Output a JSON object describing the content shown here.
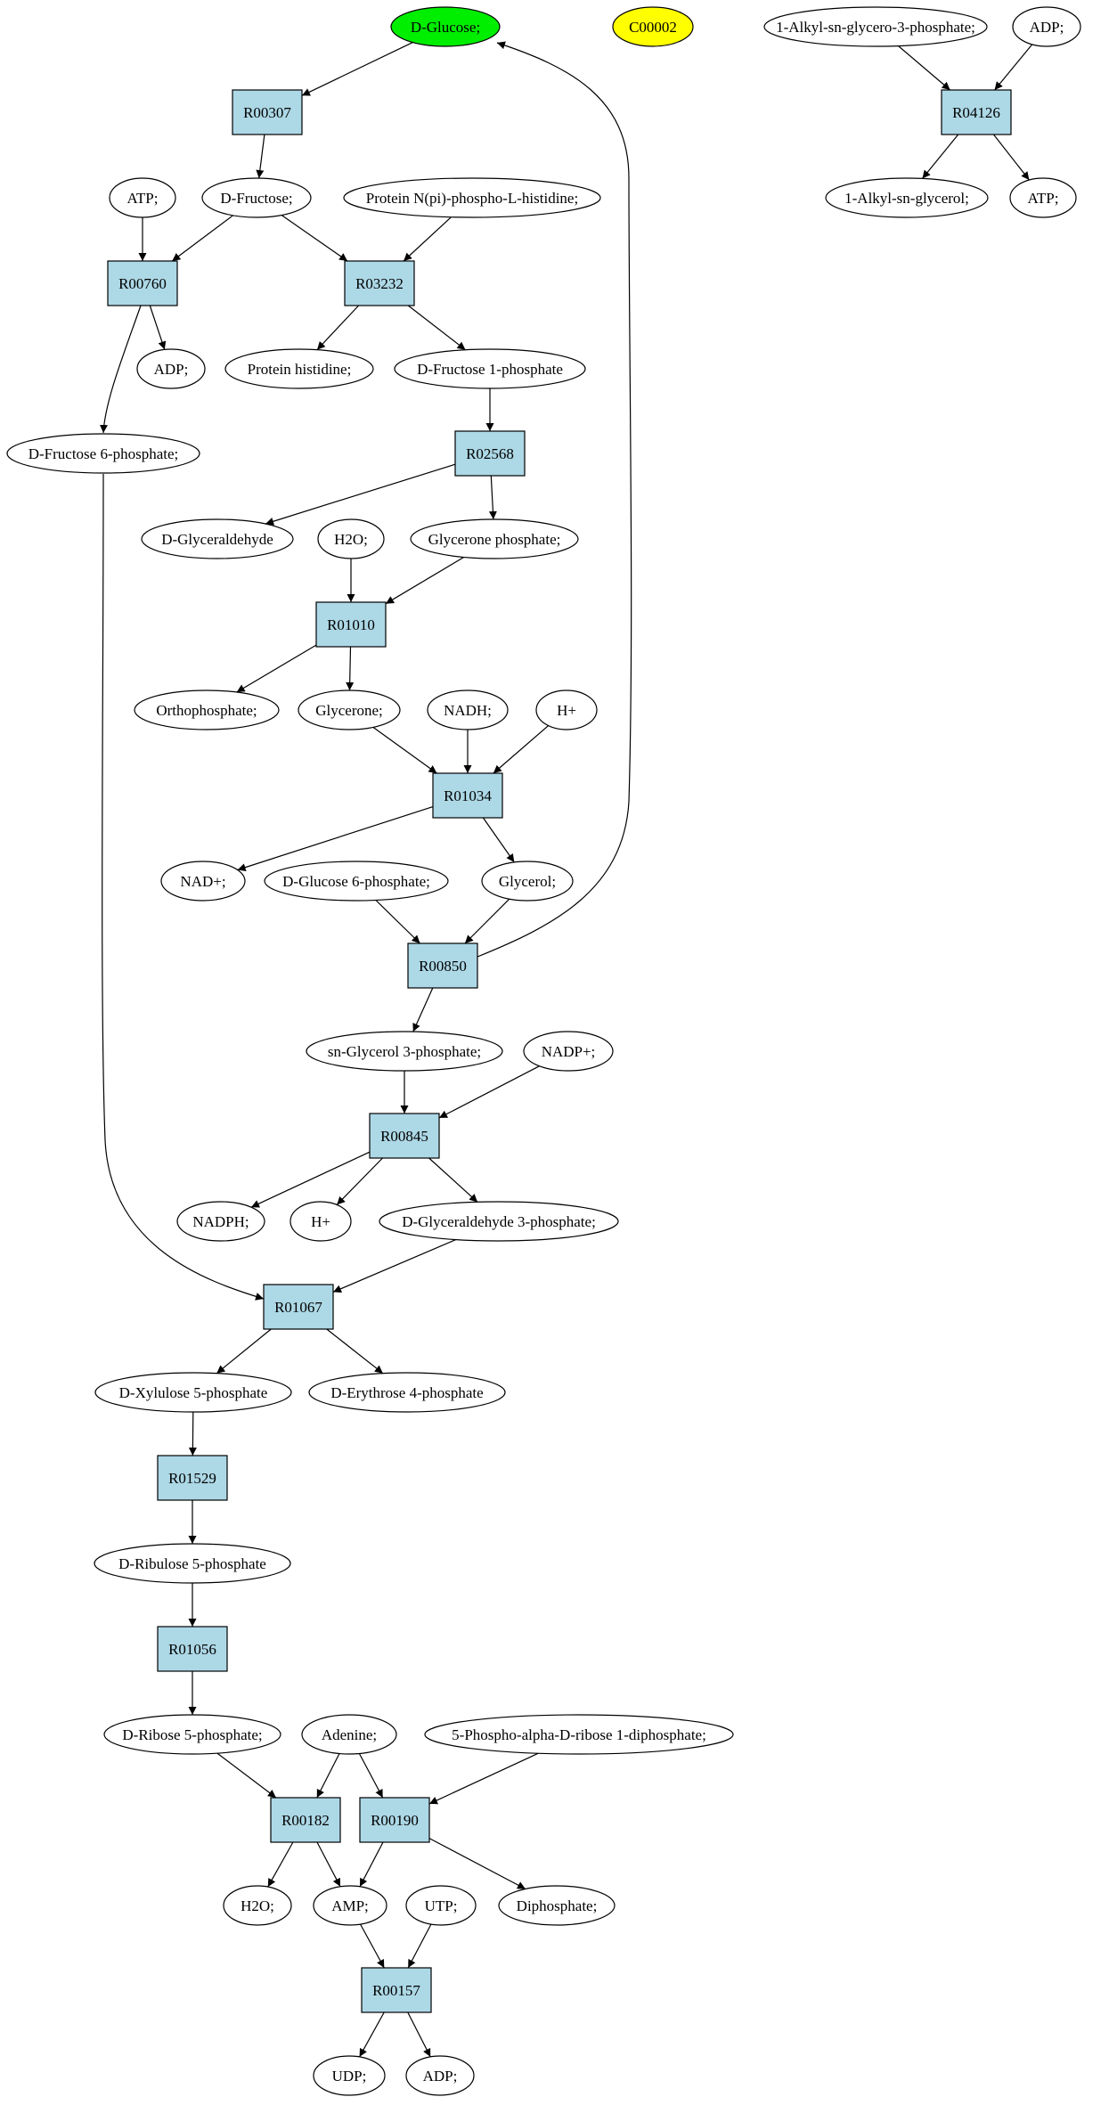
{
  "colors": {
    "reaction_fill": "#add8e6",
    "compound_fill": "#ffffff",
    "start_fill": "#00ee00",
    "isolated_fill": "#ffff00",
    "stroke": "#000000"
  },
  "diagram": {
    "nodes": [
      {
        "id": "c_glucose",
        "kind": "compound",
        "label": "D-Glucose;",
        "style": "start"
      },
      {
        "id": "c_c00002",
        "kind": "compound",
        "label": "C00002",
        "style": "isolated"
      },
      {
        "id": "c_alkylglycerophos",
        "kind": "compound",
        "label": "1-Alkyl-sn-glycero-3-phosphate;"
      },
      {
        "id": "c_adp_top",
        "kind": "compound",
        "label": "ADP;"
      },
      {
        "id": "r_R04126",
        "kind": "reaction",
        "label": "R04126"
      },
      {
        "id": "c_alkylglycerol",
        "kind": "compound",
        "label": "1-Alkyl-sn-glycerol;"
      },
      {
        "id": "c_atp_top",
        "kind": "compound",
        "label": "ATP;"
      },
      {
        "id": "r_R00307",
        "kind": "reaction",
        "label": "R00307"
      },
      {
        "id": "c_atp",
        "kind": "compound",
        "label": "ATP;"
      },
      {
        "id": "c_fructose",
        "kind": "compound",
        "label": "D-Fructose;"
      },
      {
        "id": "c_phosphohistidine",
        "kind": "compound",
        "label": "Protein N(pi)-phospho-L-histidine;"
      },
      {
        "id": "r_R00760",
        "kind": "reaction",
        "label": "R00760"
      },
      {
        "id": "r_R03232",
        "kind": "reaction",
        "label": "R03232"
      },
      {
        "id": "c_adp1",
        "kind": "compound",
        "label": "ADP;"
      },
      {
        "id": "c_proteinhistidine",
        "kind": "compound",
        "label": "Protein histidine;"
      },
      {
        "id": "c_fructose1p",
        "kind": "compound",
        "label": "D-Fructose 1-phosphate"
      },
      {
        "id": "c_fructose6p",
        "kind": "compound",
        "label": "D-Fructose 6-phosphate;"
      },
      {
        "id": "r_R02568",
        "kind": "reaction",
        "label": "R02568"
      },
      {
        "id": "c_glyceraldehyde",
        "kind": "compound",
        "label": "D-Glyceraldehyde"
      },
      {
        "id": "c_h2o",
        "kind": "compound",
        "label": "H2O;"
      },
      {
        "id": "c_glyceronephos",
        "kind": "compound",
        "label": "Glycerone phosphate;"
      },
      {
        "id": "r_R01010",
        "kind": "reaction",
        "label": "R01010"
      },
      {
        "id": "c_orthophosphate",
        "kind": "compound",
        "label": "Orthophosphate;"
      },
      {
        "id": "c_glycerone",
        "kind": "compound",
        "label": "Glycerone;"
      },
      {
        "id": "c_nadh",
        "kind": "compound",
        "label": "NADH;"
      },
      {
        "id": "c_hplus1",
        "kind": "compound",
        "label": "H+"
      },
      {
        "id": "r_R01034",
        "kind": "reaction",
        "label": "R01034"
      },
      {
        "id": "c_nadplus",
        "kind": "compound",
        "label": "NAD+;"
      },
      {
        "id": "c_glucose6p",
        "kind": "compound",
        "label": "D-Glucose 6-phosphate;"
      },
      {
        "id": "c_glycerol",
        "kind": "compound",
        "label": "Glycerol;"
      },
      {
        "id": "r_R00850",
        "kind": "reaction",
        "label": "R00850"
      },
      {
        "id": "c_snglycerol3p",
        "kind": "compound",
        "label": "sn-Glycerol 3-phosphate;"
      },
      {
        "id": "c_nadpplus",
        "kind": "compound",
        "label": "NADP+;"
      },
      {
        "id": "r_R00845",
        "kind": "reaction",
        "label": "R00845"
      },
      {
        "id": "c_nadph",
        "kind": "compound",
        "label": "NADPH;"
      },
      {
        "id": "c_hplus2",
        "kind": "compound",
        "label": "H+"
      },
      {
        "id": "c_gap",
        "kind": "compound",
        "label": "D-Glyceraldehyde 3-phosphate;"
      },
      {
        "id": "r_R01067",
        "kind": "reaction",
        "label": "R01067"
      },
      {
        "id": "c_xylulose5p",
        "kind": "compound",
        "label": "D-Xylulose 5-phosphate"
      },
      {
        "id": "c_erythrose4p",
        "kind": "compound",
        "label": "D-Erythrose 4-phosphate"
      },
      {
        "id": "r_R01529",
        "kind": "reaction",
        "label": "R01529"
      },
      {
        "id": "c_ribulose5p",
        "kind": "compound",
        "label": "D-Ribulose 5-phosphate"
      },
      {
        "id": "r_R01056",
        "kind": "reaction",
        "label": "R01056"
      },
      {
        "id": "c_ribose5p",
        "kind": "compound",
        "label": "D-Ribose 5-phosphate;"
      },
      {
        "id": "c_adenine",
        "kind": "compound",
        "label": "Adenine;"
      },
      {
        "id": "c_prpp",
        "kind": "compound",
        "label": "5-Phospho-alpha-D-ribose 1-diphosphate;"
      },
      {
        "id": "r_R00182",
        "kind": "reaction",
        "label": "R00182"
      },
      {
        "id": "r_R00190",
        "kind": "reaction",
        "label": "R00190"
      },
      {
        "id": "c_h2o2",
        "kind": "compound",
        "label": "H2O;"
      },
      {
        "id": "c_amp",
        "kind": "compound",
        "label": "AMP;"
      },
      {
        "id": "c_utp",
        "kind": "compound",
        "label": "UTP;"
      },
      {
        "id": "c_diphosphate",
        "kind": "compound",
        "label": "Diphosphate;"
      },
      {
        "id": "r_R00157",
        "kind": "reaction",
        "label": "R00157"
      },
      {
        "id": "c_udp",
        "kind": "compound",
        "label": "UDP;"
      },
      {
        "id": "c_adp2",
        "kind": "compound",
        "label": "ADP;"
      }
    ],
    "edges": [
      {
        "from": "c_alkylglycerophos",
        "to": "r_R04126"
      },
      {
        "from": "c_adp_top",
        "to": "r_R04126"
      },
      {
        "from": "r_R04126",
        "to": "c_alkylglycerol"
      },
      {
        "from": "r_R04126",
        "to": "c_atp_top"
      },
      {
        "from": "c_glucose",
        "to": "r_R00307"
      },
      {
        "from": "r_R00307",
        "to": "c_fructose"
      },
      {
        "from": "c_atp",
        "to": "r_R00760"
      },
      {
        "from": "c_fructose",
        "to": "r_R00760"
      },
      {
        "from": "c_fructose",
        "to": "r_R03232"
      },
      {
        "from": "c_phosphohistidine",
        "to": "r_R03232"
      },
      {
        "from": "r_R00760",
        "to": "c_adp1"
      },
      {
        "from": "r_R00760",
        "to": "c_fructose6p"
      },
      {
        "from": "r_R03232",
        "to": "c_proteinhistidine"
      },
      {
        "from": "r_R03232",
        "to": "c_fructose1p"
      },
      {
        "from": "c_fructose1p",
        "to": "r_R02568"
      },
      {
        "from": "r_R02568",
        "to": "c_glyceraldehyde"
      },
      {
        "from": "r_R02568",
        "to": "c_glyceronephos"
      },
      {
        "from": "c_h2o",
        "to": "r_R01010"
      },
      {
        "from": "c_glyceronephos",
        "to": "r_R01010"
      },
      {
        "from": "r_R01010",
        "to": "c_orthophosphate"
      },
      {
        "from": "r_R01010",
        "to": "c_glycerone"
      },
      {
        "from": "c_glycerone",
        "to": "r_R01034"
      },
      {
        "from": "c_nadh",
        "to": "r_R01034"
      },
      {
        "from": "c_hplus1",
        "to": "r_R01034"
      },
      {
        "from": "r_R01034",
        "to": "c_nadplus"
      },
      {
        "from": "r_R01034",
        "to": "c_glycerol"
      },
      {
        "from": "c_glucose6p",
        "to": "r_R00850"
      },
      {
        "from": "c_glycerol",
        "to": "r_R00850"
      },
      {
        "from": "r_R00850",
        "to": "c_glucose"
      },
      {
        "from": "r_R00850",
        "to": "c_snglycerol3p"
      },
      {
        "from": "c_snglycerol3p",
        "to": "r_R00845"
      },
      {
        "from": "c_nadpplus",
        "to": "r_R00845"
      },
      {
        "from": "r_R00845",
        "to": "c_nadph"
      },
      {
        "from": "r_R00845",
        "to": "c_hplus2"
      },
      {
        "from": "r_R00845",
        "to": "c_gap"
      },
      {
        "from": "c_fructose6p",
        "to": "r_R01067"
      },
      {
        "from": "c_gap",
        "to": "r_R01067"
      },
      {
        "from": "r_R01067",
        "to": "c_xylulose5p"
      },
      {
        "from": "r_R01067",
        "to": "c_erythrose4p"
      },
      {
        "from": "c_xylulose5p",
        "to": "r_R01529"
      },
      {
        "from": "r_R01529",
        "to": "c_ribulose5p"
      },
      {
        "from": "c_ribulose5p",
        "to": "r_R01056"
      },
      {
        "from": "r_R01056",
        "to": "c_ribose5p"
      },
      {
        "from": "c_ribose5p",
        "to": "r_R00182"
      },
      {
        "from": "c_adenine",
        "to": "r_R00182"
      },
      {
        "from": "c_adenine",
        "to": "r_R00190"
      },
      {
        "from": "c_prpp",
        "to": "r_R00190"
      },
      {
        "from": "r_R00182",
        "to": "c_h2o2"
      },
      {
        "from": "r_R00182",
        "to": "c_amp"
      },
      {
        "from": "r_R00190",
        "to": "c_amp"
      },
      {
        "from": "r_R00190",
        "to": "c_diphosphate"
      },
      {
        "from": "c_amp",
        "to": "r_R00157"
      },
      {
        "from": "c_utp",
        "to": "r_R00157"
      },
      {
        "from": "r_R00157",
        "to": "c_udp"
      },
      {
        "from": "r_R00157",
        "to": "c_adp2"
      }
    ]
  }
}
